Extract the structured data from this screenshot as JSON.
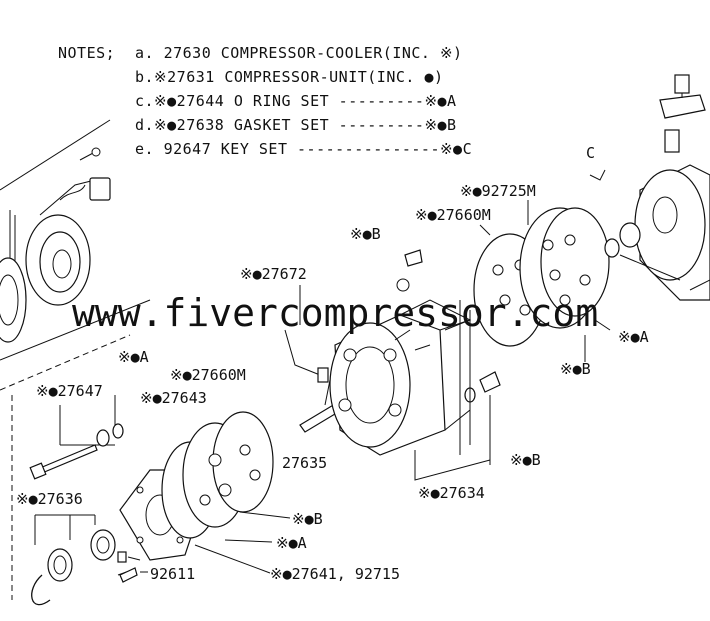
{
  "notes": {
    "heading": "NOTES;",
    "items": [
      "a. 27630  COMPRESSOR-COOLER(INC. ※)",
      "b.※27631  COMPRESSOR-UNIT(INC. ●)",
      "c.※●27644  O RING SET  ---------※●A",
      "d.※●27638  GASKET SET  ---------※●B",
      "e. 92647  KEY SET  ---------------※●C"
    ]
  },
  "labels": {
    "l_92725m": "※●92725M",
    "l_27660m_top": "※●27660M",
    "l_b_top": "※●B",
    "l_c": "C",
    "l_27672": "※●27672",
    "l_a_right": "※●A",
    "l_b_right": "※●B",
    "l_a_left": "※●A",
    "l_27647": "※●27647",
    "l_27660m_left": "※●27660M",
    "l_27643": "※●27643",
    "l_27635": "27635",
    "l_b_mid": "※●B",
    "l_27634": "※●27634",
    "l_27636": "※●27636",
    "l_b_bottom": "※●B",
    "l_a_bottom": "※●A",
    "l_92611": "92611",
    "l_27641": "※●27641, 92715"
  },
  "watermark": "www.fivercompressor.com",
  "colors": {
    "watermark": "#35d4d4",
    "ink": "#111111"
  }
}
